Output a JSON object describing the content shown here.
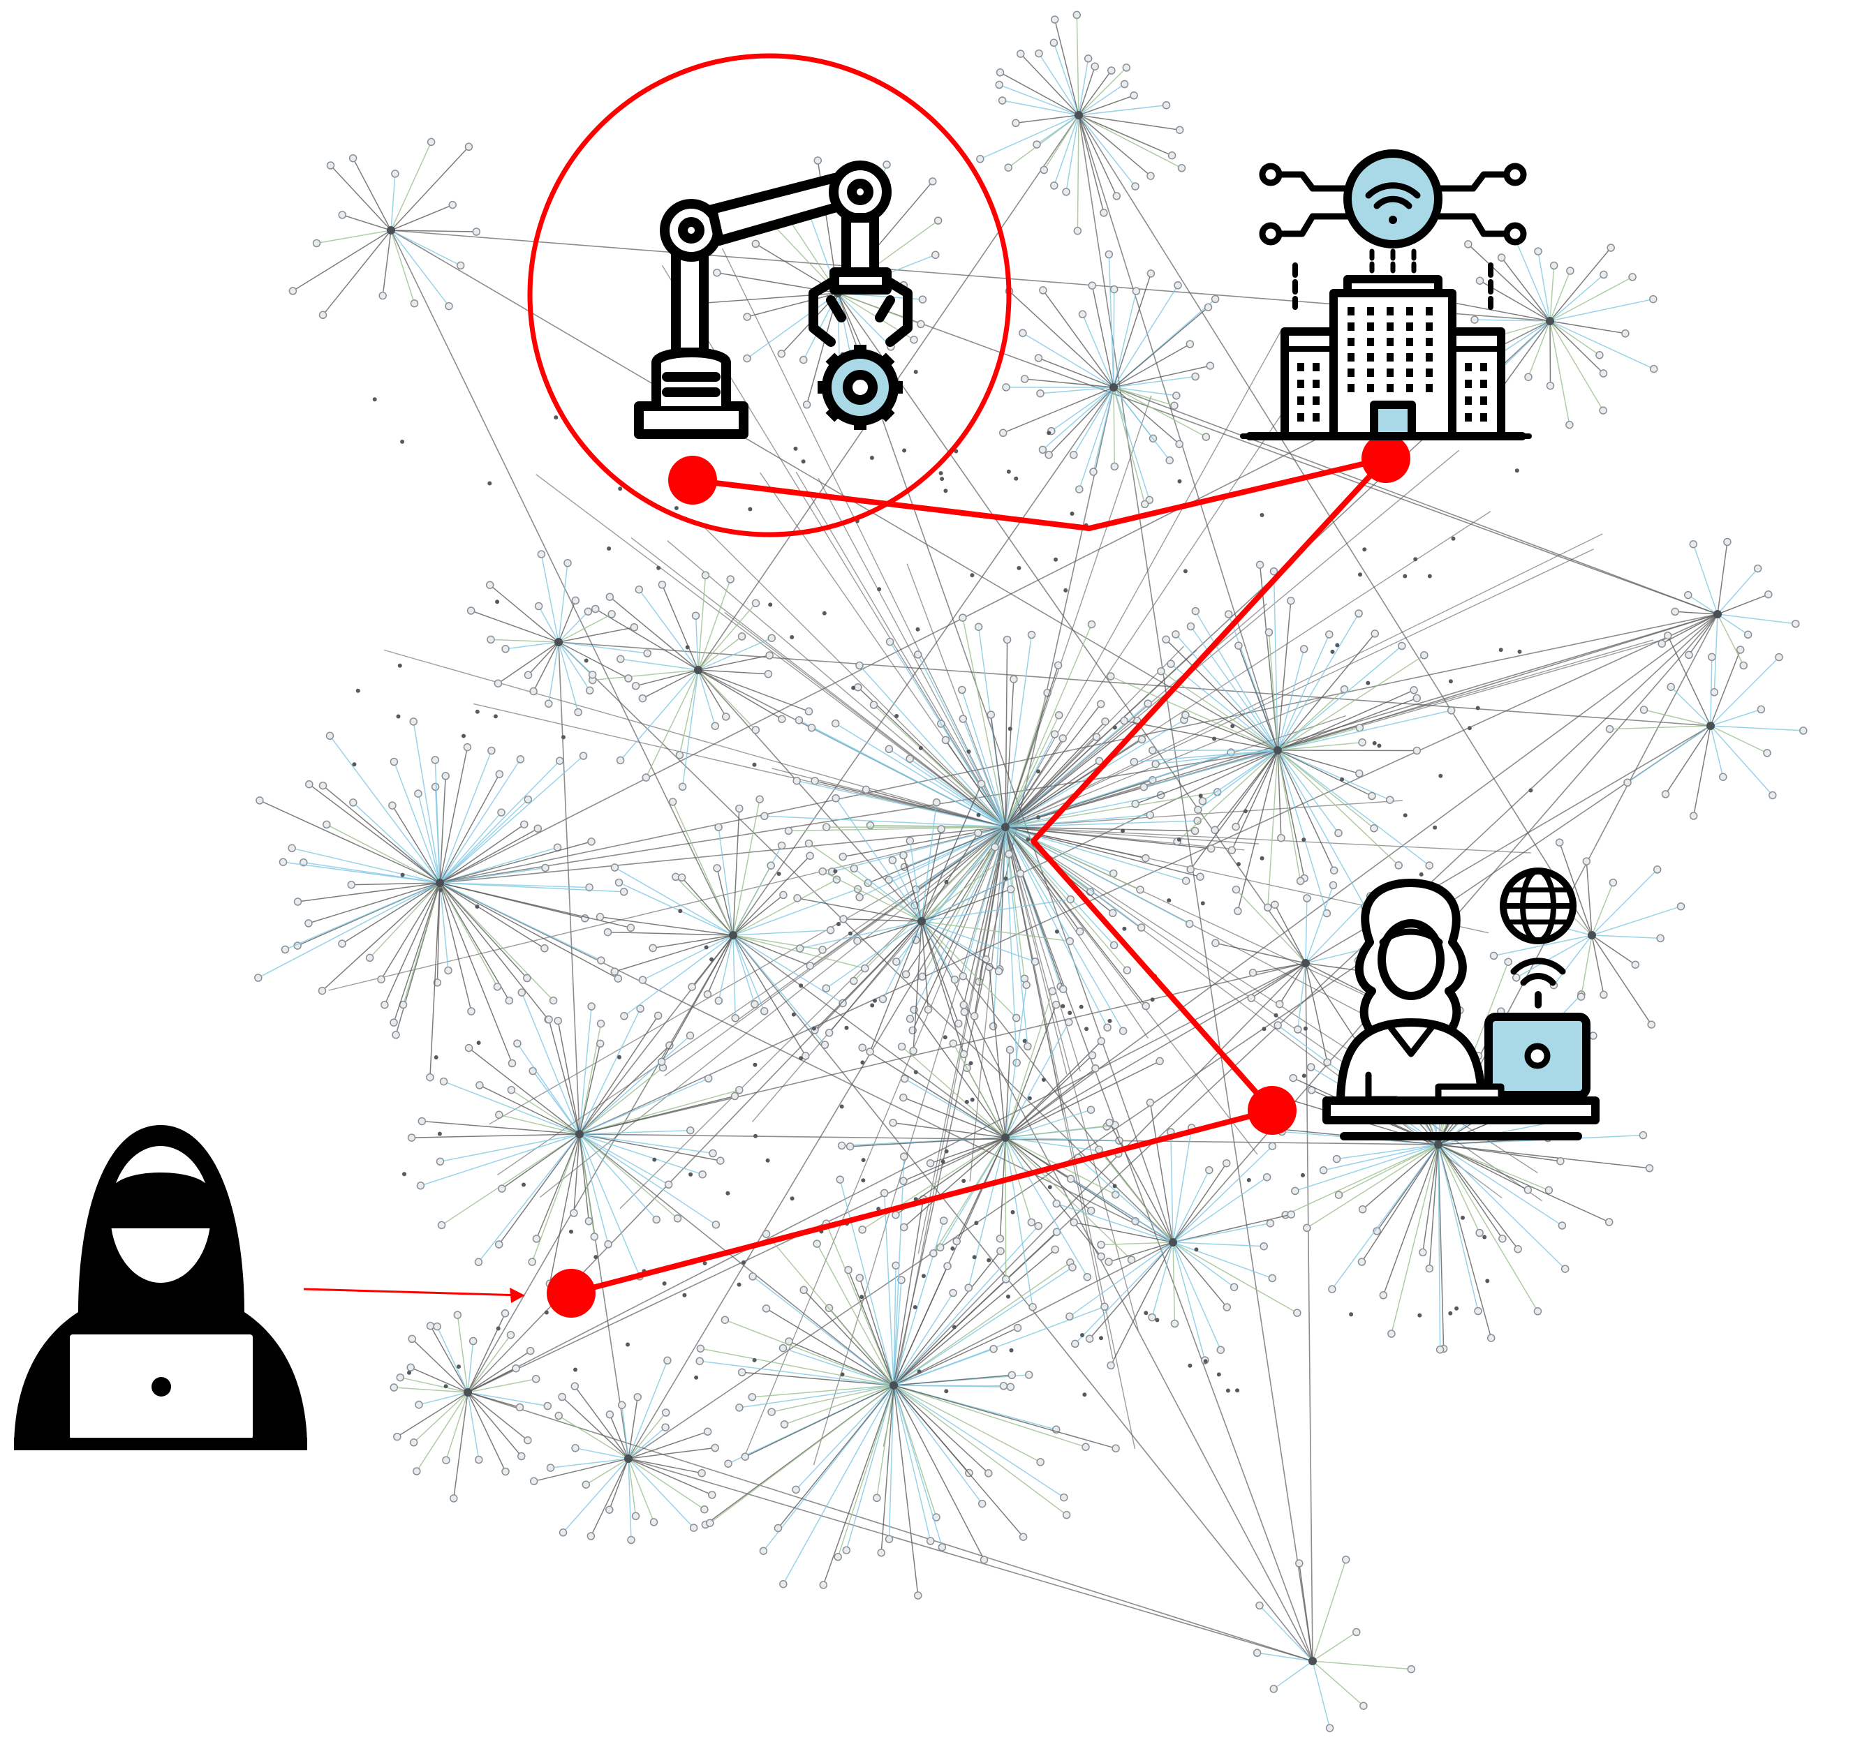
{
  "diagram": {
    "background": "#ffffff",
    "colors": {
      "network_edge_gray": "#5c5c5c",
      "network_edge_blue": "#7ec8e3",
      "network_edge_green": "#9bbf8f",
      "node_fill": "#e8ecef",
      "node_stroke": "#8a8f94",
      "hub_fill": "#4a4f54",
      "attack_path": "#ff0000",
      "icon_outline": "#000000",
      "icon_accent": "#a9d8e6"
    },
    "network": {
      "description_tag": "dense-network-graph",
      "hub_count": 14
    },
    "attack_path": {
      "path_nodes": [
        "entry-point",
        "workstation",
        "pivot",
        "smart-building",
        "industrial-robot"
      ]
    },
    "icons": {
      "attacker": "hooded-hacker-icon",
      "robot": "robotic-arm-icon",
      "building": "smart-building-icon",
      "worker": "remote-worker-icon"
    }
  }
}
